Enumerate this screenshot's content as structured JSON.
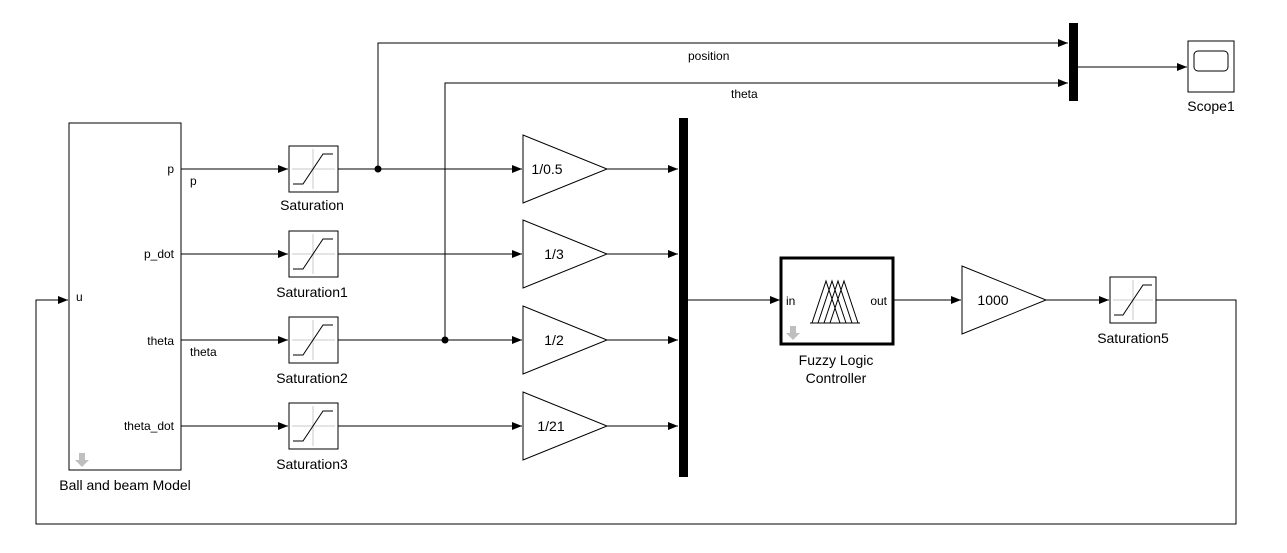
{
  "model": {
    "name": "Ball and beam Model",
    "port_in": "u",
    "ports_out": [
      "p",
      "p_dot",
      "theta",
      "theta_dot"
    ]
  },
  "signal_labels": {
    "p": "p",
    "theta": "theta",
    "position": "position",
    "theta_top": "theta"
  },
  "saturations": [
    "Saturation",
    "Saturation1",
    "Saturation2",
    "Saturation3"
  ],
  "gains": [
    "1/0.5",
    "1/3",
    "1/2",
    "1/21"
  ],
  "fuzzy": {
    "line1": "Fuzzy Logic",
    "line2": "Controller",
    "in": "in",
    "out": "out"
  },
  "gain_main": "1000",
  "saturation_out": "Saturation5",
  "scope": "Scope1"
}
